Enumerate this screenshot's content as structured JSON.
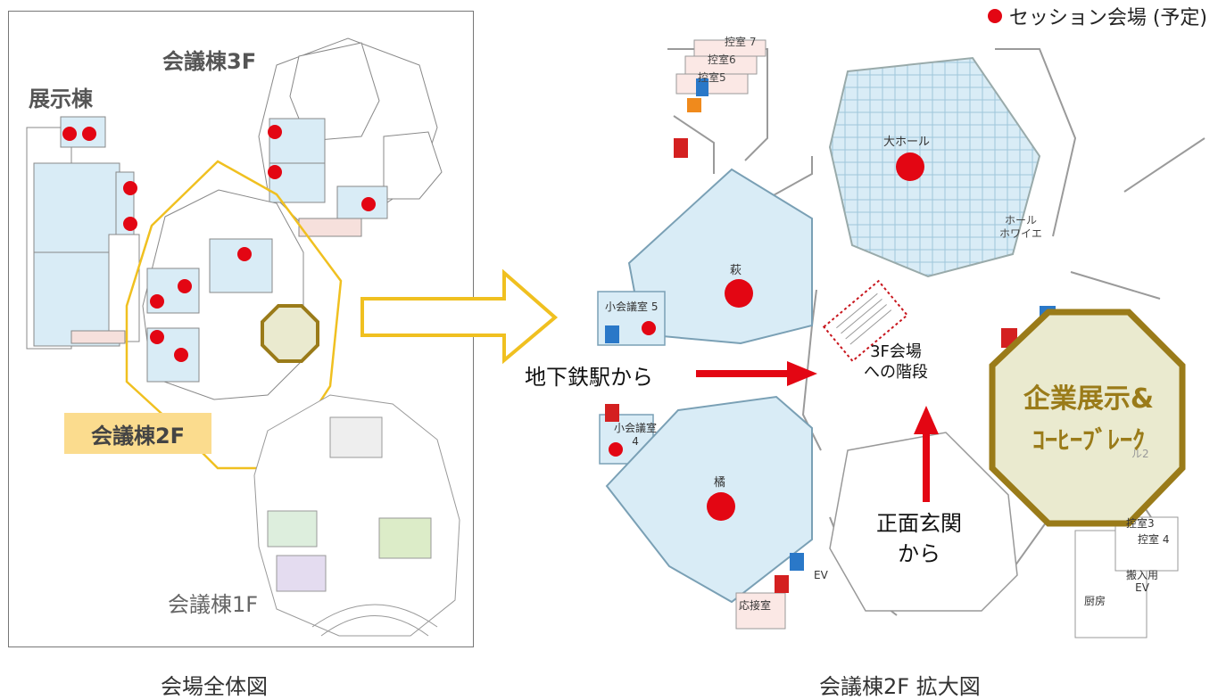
{
  "legend": {
    "label": "セッション会場 (予定)",
    "color": "#e30613"
  },
  "overview": {
    "caption": "会場全体図",
    "buildings": {
      "exhibit": "展示棟",
      "conf3f": "会議棟3F",
      "conf2f": "会議棟2F",
      "conf1f": "会議棟1F"
    }
  },
  "detail": {
    "caption": "会議棟2F 拡大図",
    "rooms": {
      "hikae7": "控室 7",
      "hikae6": "控室6",
      "hikae5": "控室5",
      "daihall": "大ホール",
      "hall_foyer_1": "ホール",
      "hall_foyer_2": "ホワイエ",
      "hagi": "萩",
      "small5": "小会議室 5",
      "small4_1": "小会議室",
      "small4_2": "4",
      "tachibana": "橘",
      "ousetsu": "応接室",
      "ev": "EV",
      "chubo": "厨房",
      "hikae3": "控室3",
      "hikae4": "控室 4",
      "hannyu_ev_1": "搬入用",
      "hannyu_ev_2": "EV",
      "hall2": "ル2"
    },
    "labels": {
      "from_subway": "地下鉄駅から",
      "stairs_1": "3F会場",
      "stairs_2": "への階段",
      "from_entrance_1": "正面玄関",
      "from_entrance_2": "から",
      "booth_1": "企業展示&",
      "booth_2": "ｺｰﾋｰﾌﾞﾚｰｸ"
    }
  },
  "colors": {
    "room_fill": "#d9ecf6",
    "accent_gold": "#9a7b19",
    "yellow_outline": "#f0c020",
    "arrow_red": "#e30613",
    "booth_fill": "#eaeacf"
  }
}
